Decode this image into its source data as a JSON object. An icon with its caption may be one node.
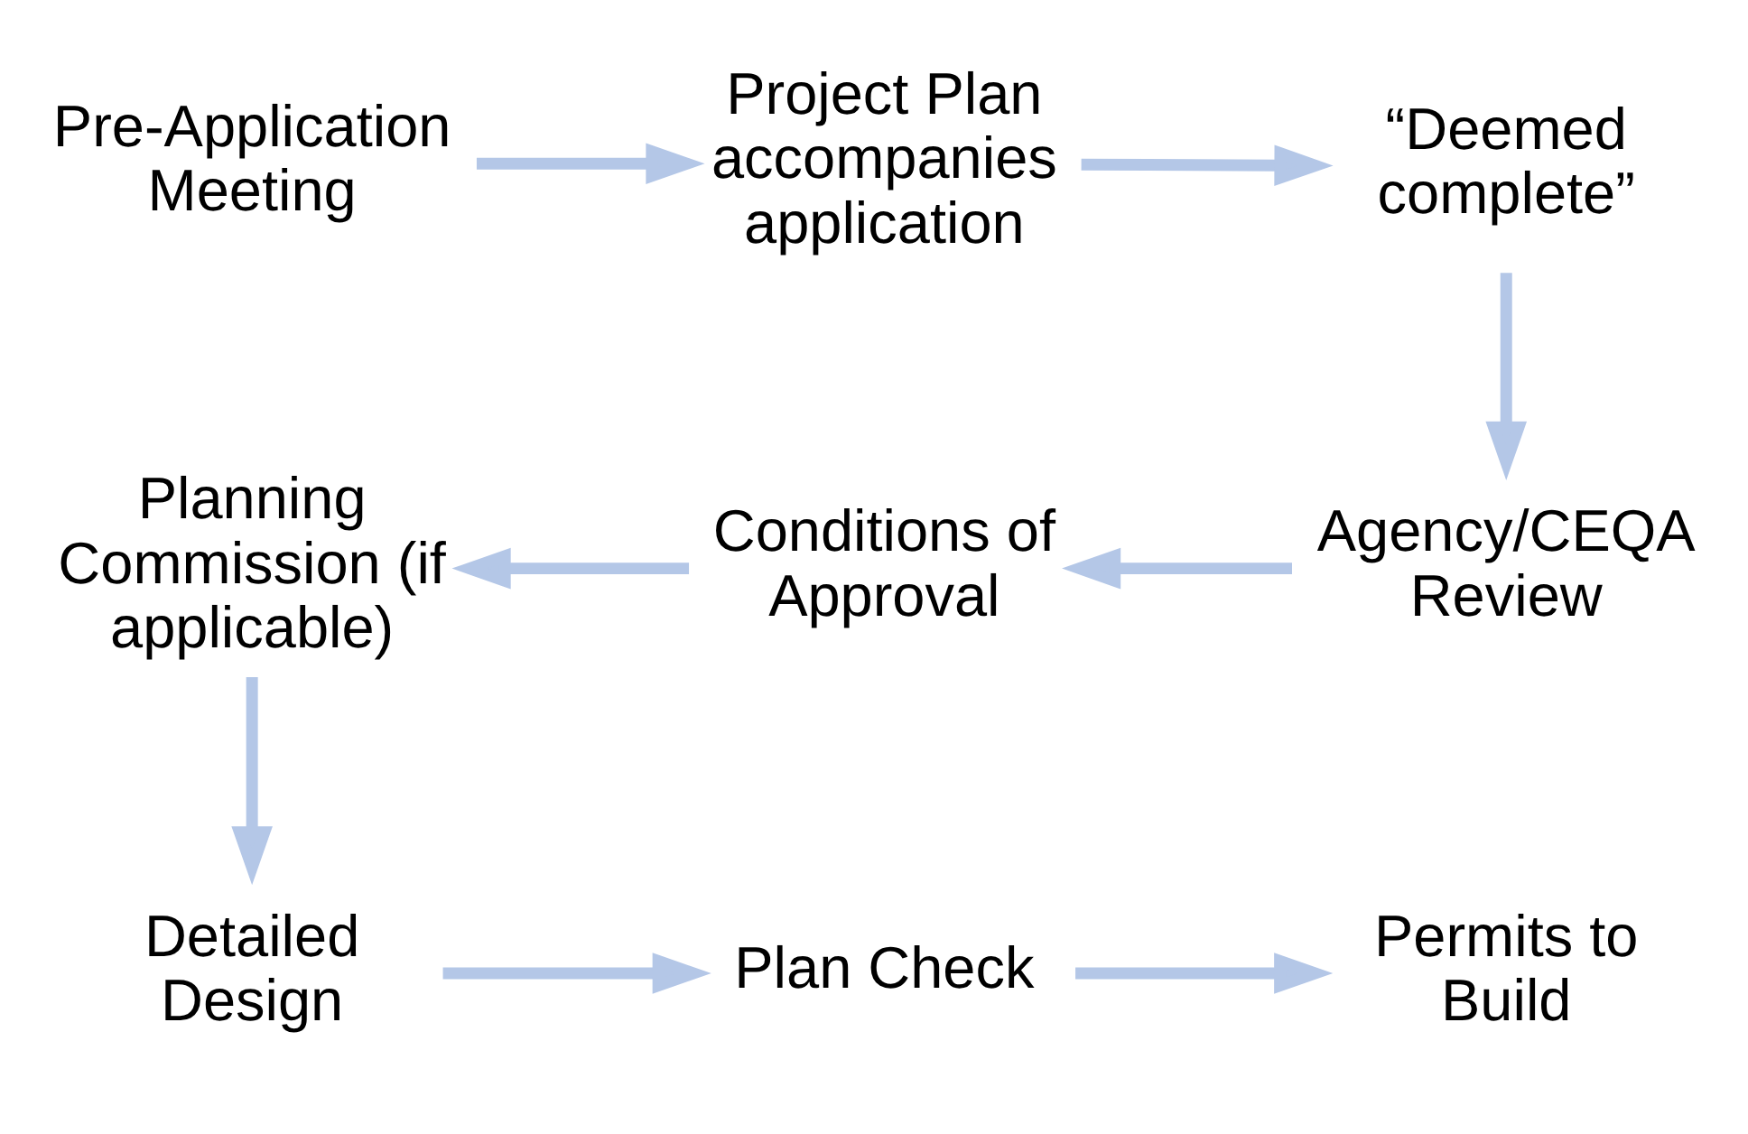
{
  "diagram": {
    "nodes": [
      {
        "text": [
          "Pre-Application Meeting"
        ]
      },
      {
        "text": [
          "Project Plan accompanies application"
        ]
      },
      {
        "text": [
          "“Deemed complete”"
        ]
      },
      {
        "text": [
          "Planning Commission (if applicable)"
        ]
      },
      {
        "text": [
          "Conditions of Approval"
        ]
      },
      {
        "text": [
          "Agency/CEQA Review"
        ]
      },
      {
        "text": [
          "Detailed Design"
        ]
      },
      {
        "text": [
          "Plan Check"
        ]
      },
      {
        "text": [
          "Permits to Build"
        ]
      }
    ],
    "edges": [
      {
        "from": 0,
        "to": 1,
        "arrow": "to"
      },
      {
        "from": 1,
        "to": 2,
        "arrow": "to"
      },
      {
        "from": 2,
        "to": 5,
        "arrow": "to"
      },
      {
        "from": 5,
        "to": 4,
        "arrow": "to"
      },
      {
        "from": 4,
        "to": 3,
        "arrow": "to"
      },
      {
        "from": 3,
        "to": 6,
        "arrow": "to"
      },
      {
        "from": 6,
        "to": 7,
        "arrow": "to"
      },
      {
        "from": 7,
        "to": 8,
        "arrow": "to"
      }
    ]
  }
}
